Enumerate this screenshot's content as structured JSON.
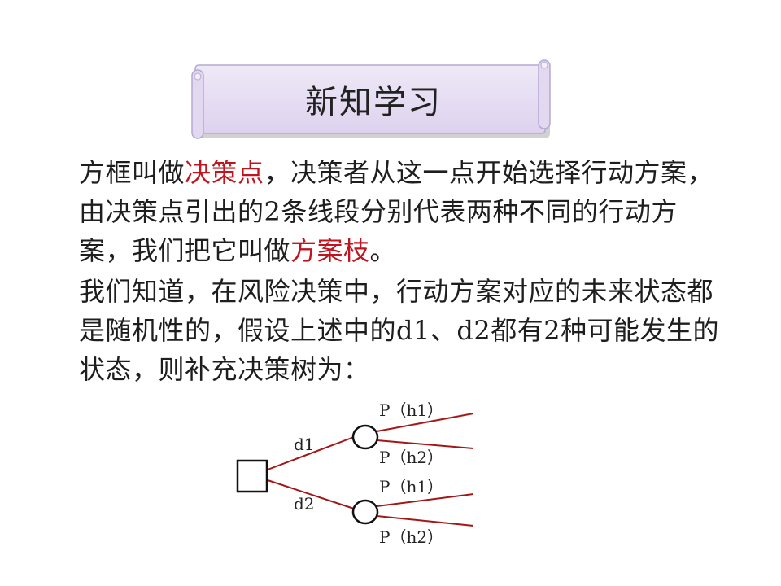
{
  "banner": {
    "title": "新知学习"
  },
  "paragraph1": {
    "seg1": "方框叫做",
    "term1": "决策点",
    "seg2": "，决策者从这一点开始选择行动方案，由决策点引出的2条线段分别代表两种不同的行动方案，我们把它叫做",
    "term2": "方案枝",
    "seg3": "。"
  },
  "paragraph2": {
    "text": "我们知道，在风险决策中，行动方案对应的未来状态都是随机性的，假设上述中的d1、d2都有2种可能发生的状态，则补充决策树为："
  },
  "tree": {
    "branch_upper": "d1",
    "branch_lower": "d2",
    "upper_state1": "P（h1）",
    "upper_state2": "P（h2）",
    "lower_state1": "P（h1）",
    "lower_state2": "P（h2）"
  },
  "colors": {
    "accent": "#c0141e",
    "line": "#a01818",
    "banner_fill": "#e6def2",
    "banner_edge": "#b6a8d2"
  }
}
